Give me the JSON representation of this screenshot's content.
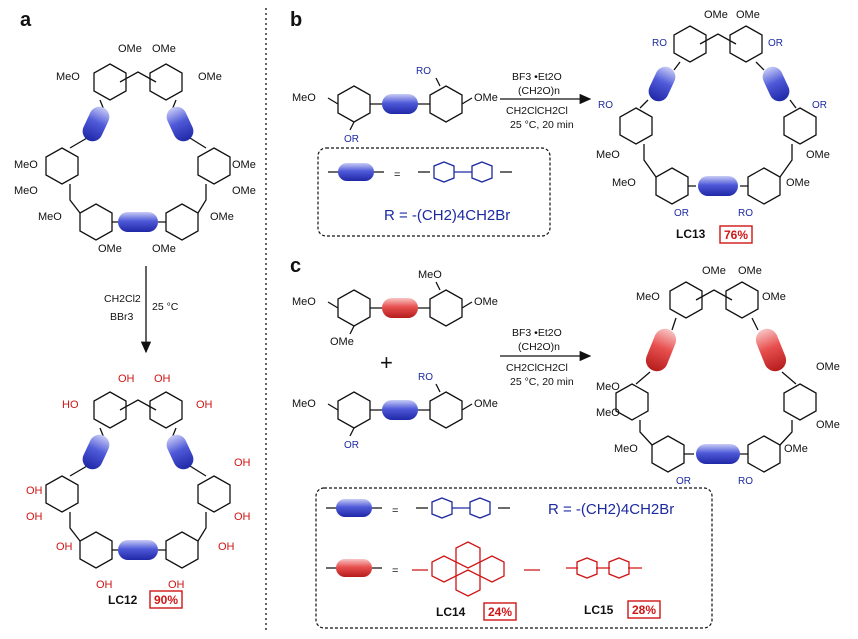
{
  "panels": {
    "a": "a",
    "b": "b",
    "c": "c"
  },
  "colors": {
    "blue_linker": "#4a55d8",
    "red_linker": "#e8504f",
    "yield_red": "#d01515",
    "label_blue": "#1c2aa0"
  },
  "groups": {
    "ome": "OMe",
    "meo": "MeO",
    "oh": "OH",
    "ho": "HO",
    "or": "OR",
    "ro": "RO"
  },
  "panel_a": {
    "solvent": "CH2Cl2",
    "reagent": "BBr3",
    "temperature": "25 °C",
    "product": {
      "name": "LC12",
      "yield": "90%"
    }
  },
  "panel_b": {
    "conditions": [
      "BF3 •Et2O",
      "(CH2O)n",
      "CH2ClCH2Cl",
      "25 °C, 20 min"
    ],
    "legend_r": "R = -(CH2)4CH2Br",
    "product": {
      "name": "LC13",
      "yield": "76%"
    }
  },
  "panel_c": {
    "plus": "+",
    "conditions": [
      "BF3 •Et2O",
      "(CH2O)n",
      "CH2ClCH2Cl",
      "25 °C, 20 min"
    ],
    "legend_r": "R = -(CH2)4CH2Br",
    "products": [
      {
        "name": "LC14",
        "yield": "24%"
      },
      {
        "name": "LC15",
        "yield": "28%"
      }
    ]
  }
}
